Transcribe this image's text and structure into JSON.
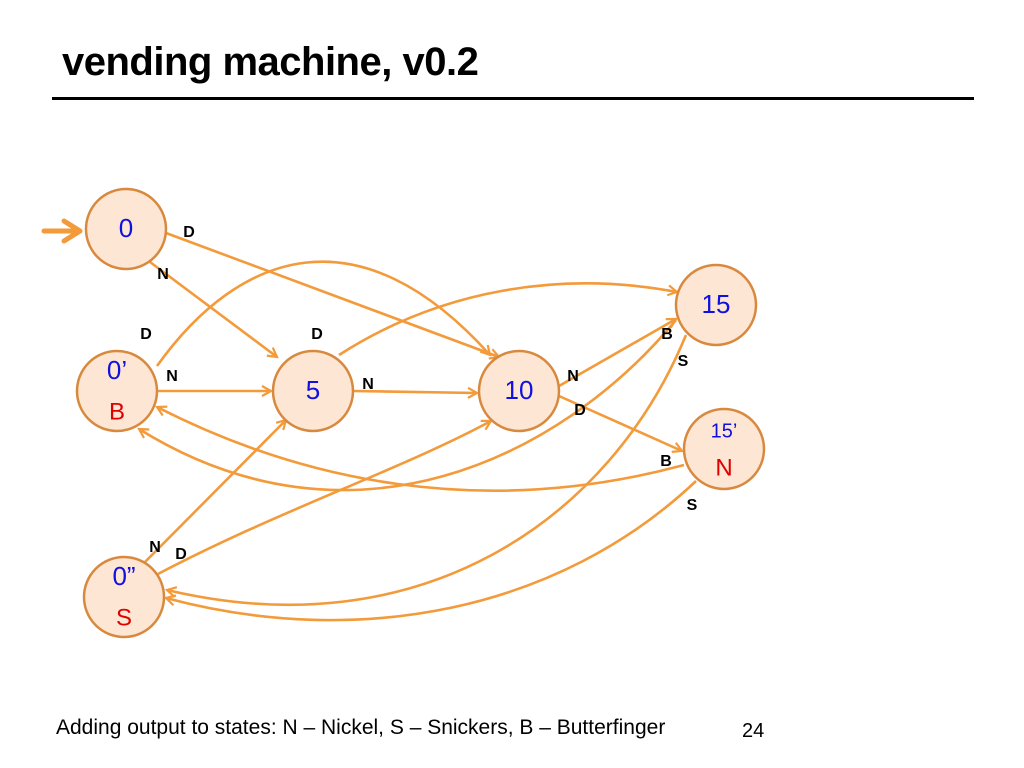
{
  "slide": {
    "title": "vending machine, v0.2",
    "caption": "Adding output to states:  N – Nickel,  S – Snickers, B – Butterfinger",
    "page_number": "24"
  },
  "colors": {
    "edge": "#F39A3A",
    "node_fill": "#FDE6D3",
    "node_stroke": "#D8893E",
    "state_label": "#1010E0",
    "output_label": "#E00000",
    "edge_label": "#000000"
  },
  "states": [
    {
      "id": "s0",
      "name": "0",
      "output": ""
    },
    {
      "id": "s0p",
      "name": "0’",
      "output": "B"
    },
    {
      "id": "s0pp",
      "name": "0”",
      "output": "S"
    },
    {
      "id": "s5",
      "name": "5",
      "output": ""
    },
    {
      "id": "s10",
      "name": "10",
      "output": ""
    },
    {
      "id": "s15",
      "name": "15",
      "output": ""
    },
    {
      "id": "s15p",
      "name": "15’",
      "output": "N"
    }
  ],
  "transitions": [
    {
      "from": "s0",
      "to": "s10",
      "label": "D"
    },
    {
      "from": "s0",
      "to": "s5",
      "label": "N"
    },
    {
      "from": "s0p",
      "to": "s10",
      "label": "D"
    },
    {
      "from": "s0p",
      "to": "s5",
      "label": "N"
    },
    {
      "from": "s5",
      "to": "s15",
      "label": "D"
    },
    {
      "from": "s5",
      "to": "s10",
      "label": "N"
    },
    {
      "from": "s10",
      "to": "s15",
      "label": "N"
    },
    {
      "from": "s10",
      "to": "s15p",
      "label": "D"
    },
    {
      "from": "s15",
      "to": "s0p",
      "label": "B"
    },
    {
      "from": "s15",
      "to": "s0pp",
      "label": "S"
    },
    {
      "from": "s15p",
      "to": "s0p",
      "label": "B"
    },
    {
      "from": "s15p",
      "to": "s0pp",
      "label": "S"
    },
    {
      "from": "s0pp",
      "to": "s5",
      "label": "N"
    },
    {
      "from": "s0pp",
      "to": "s10",
      "label": "D"
    }
  ],
  "start_state": "s0"
}
